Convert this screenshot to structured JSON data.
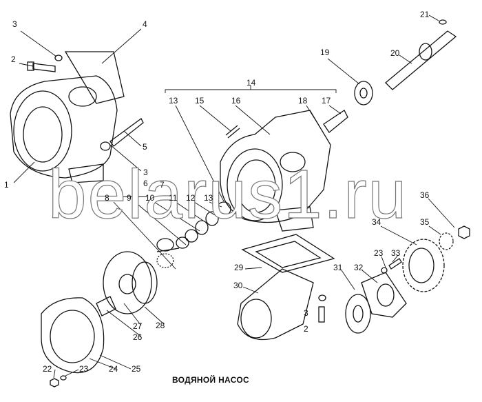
{
  "title": "ВОДЯНОЙ НАСОС",
  "watermark": "belarus1.ru",
  "callouts": [
    "3",
    "2",
    "4",
    "1",
    "5",
    "3",
    "6",
    "7",
    "8",
    "9",
    "10",
    "11",
    "12",
    "13",
    "14",
    "13",
    "15",
    "16",
    "18",
    "17",
    "19",
    "20",
    "21",
    "36",
    "34",
    "35",
    "33",
    "23",
    "29",
    "30",
    "31",
    "32",
    "3",
    "2",
    "27",
    "26",
    "28",
    "22",
    "23",
    "24",
    "25"
  ]
}
